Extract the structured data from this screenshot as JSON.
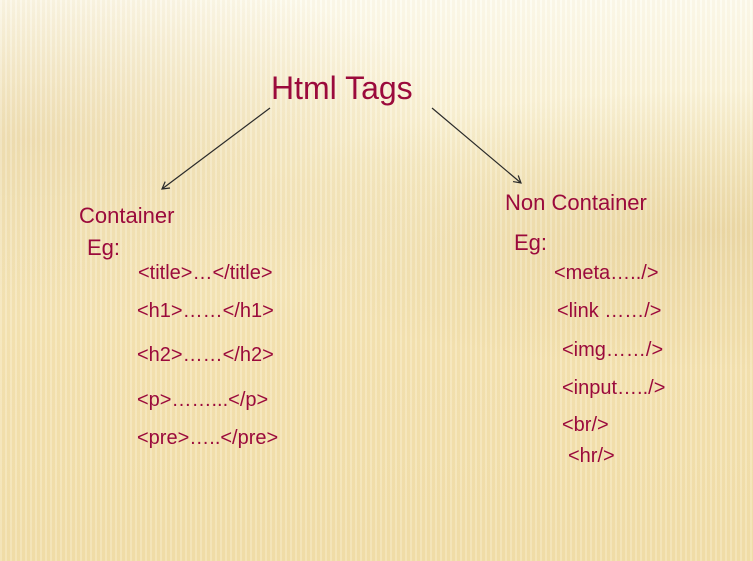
{
  "title": "Html Tags",
  "container": {
    "heading": "Container",
    "eg": "Eg:",
    "items": [
      "<title>…</title>",
      "<h1>……</h1>",
      "<h2>……</h2>",
      "<p>……...</p>",
      "<pre>…..</pre>"
    ]
  },
  "non_container": {
    "heading": "Non Container",
    "eg": "Eg:",
    "items": [
      "<meta…../>",
      "<link ……/>",
      "<img……/>",
      "<input…../>",
      "<br/>",
      "<hr/>"
    ]
  },
  "colors": {
    "text": "#9b0a3c",
    "arrow": "#2a2a2a"
  }
}
